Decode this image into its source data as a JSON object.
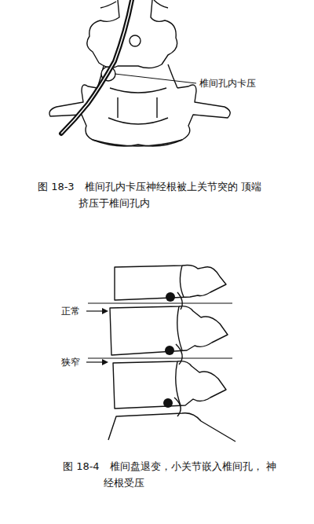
{
  "diagram": {
    "labels": [
      "椎间孔内卡压",
      "图 18-3　椎间孔内卡压神经根被上关节突的 顶端挤压于椎间孔内",
      "正常",
      "狭窄",
      "图 18-4　椎间盘退变，小关节嵌入椎间孔， 神经根受压"
    ]
  }
}
